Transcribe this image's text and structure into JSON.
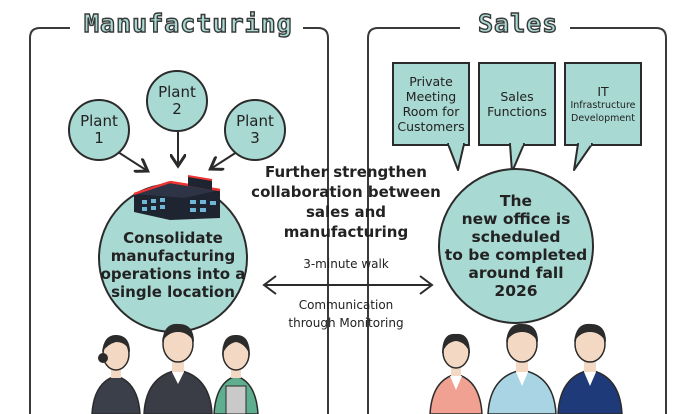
{
  "manufacturing": {
    "title": "Manufacturing",
    "plants": [
      {
        "line1": "Plant",
        "line2": "1"
      },
      {
        "line1": "Plant",
        "line2": "2"
      },
      {
        "line1": "Plant",
        "line2": "3"
      }
    ],
    "consolidate": {
      "line1": "Consolidate",
      "line2": "manufacturing",
      "line3": "operations into a",
      "line4": "single location"
    }
  },
  "sales": {
    "title": "Sales",
    "bubbles": [
      {
        "lines": [
          "Private",
          "Meeting",
          "Room for",
          "Customers"
        ]
      },
      {
        "lines": [
          "Sales",
          "Functions"
        ]
      },
      {
        "lines": [
          "IT",
          "Infrastructure",
          "Development"
        ]
      }
    ],
    "office": {
      "line1": "The",
      "line2": "new office is",
      "line3": "scheduled",
      "line4": "to be completed",
      "line5": "around fall",
      "line6": "2026"
    }
  },
  "center": {
    "heading": {
      "line1": "Further strengthen",
      "line2": "collaboration between",
      "line3": "sales and",
      "line4": "manufacturing"
    },
    "walk": "3-minute walk",
    "comm": {
      "line1": "Communication",
      "line2": "through Monitoring"
    }
  },
  "colors": {
    "teal": "#a9d9d3",
    "outline": "#2b2b2b"
  }
}
